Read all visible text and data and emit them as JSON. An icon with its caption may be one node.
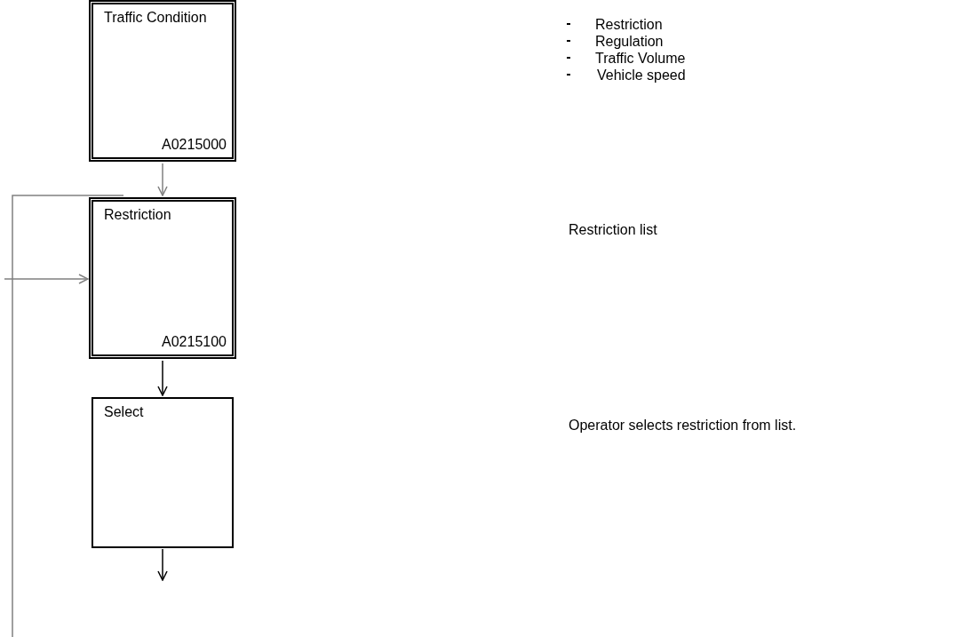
{
  "diagram": {
    "nodes": [
      {
        "text": [
          "Traffic Condition",
          "A0215000"
        ]
      },
      {
        "text": [
          "Restriction",
          "A0215100"
        ]
      },
      {
        "text": [
          "Select"
        ]
      }
    ],
    "edges": [
      {
        "from": 0,
        "to": 1,
        "arrow": "to",
        "color": "#808080"
      },
      {
        "from": 1,
        "to": 2,
        "arrow": "to",
        "color": "#000000"
      },
      {
        "from": 2,
        "to": null,
        "arrow": "to",
        "color": "#000000"
      },
      {
        "from": null,
        "to": 1,
        "arrow": "to",
        "color": "#808080"
      }
    ],
    "labels": [
      "Restriction",
      "Regulation",
      "Traffic Volume",
      "Vehicle speed",
      "Restriction list",
      "Operator selects restriction from list."
    ]
  }
}
